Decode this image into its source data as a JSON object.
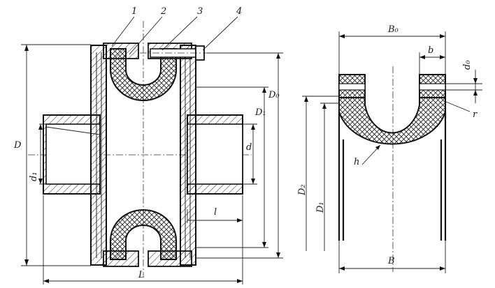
{
  "left_view": {
    "callouts": [
      "1",
      "2",
      "3",
      "4"
    ],
    "dims": {
      "D": "D",
      "d1": "d₁",
      "D1": "D₁",
      "D0": "D₀",
      "d": "d",
      "l": "l",
      "L": "L"
    }
  },
  "right_view": {
    "dims": {
      "B0": "B₀",
      "b": "b",
      "d0": "d₀",
      "r": "r",
      "h": "h",
      "D2": "D₂",
      "D1": "D₁",
      "B": "B"
    }
  }
}
